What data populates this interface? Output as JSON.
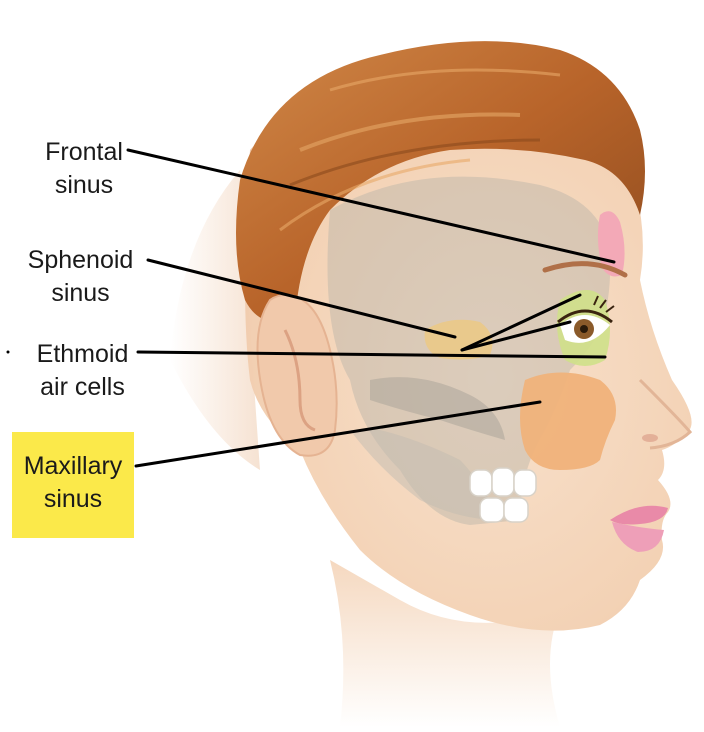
{
  "labels": {
    "frontal": [
      "Frontal",
      "sinus"
    ],
    "sphenoid": [
      "Sphenoid",
      "sinus"
    ],
    "ethmoid": [
      "Ethmoid",
      "air cells"
    ],
    "maxillary": [
      "Maxillary",
      "sinus"
    ]
  },
  "colors": {
    "highlight": "#fbe94a",
    "skin": "#f6dcc4",
    "hair": "#b8642a",
    "frontal_sinus": "#f3a9b7",
    "sphenoid_sinus": "#e9c98c",
    "ethmoid_cells": "#cfe08a",
    "maxillary_sinus": "#f0b27a",
    "lips": "#e98aa8",
    "leader_line": "#000000"
  }
}
